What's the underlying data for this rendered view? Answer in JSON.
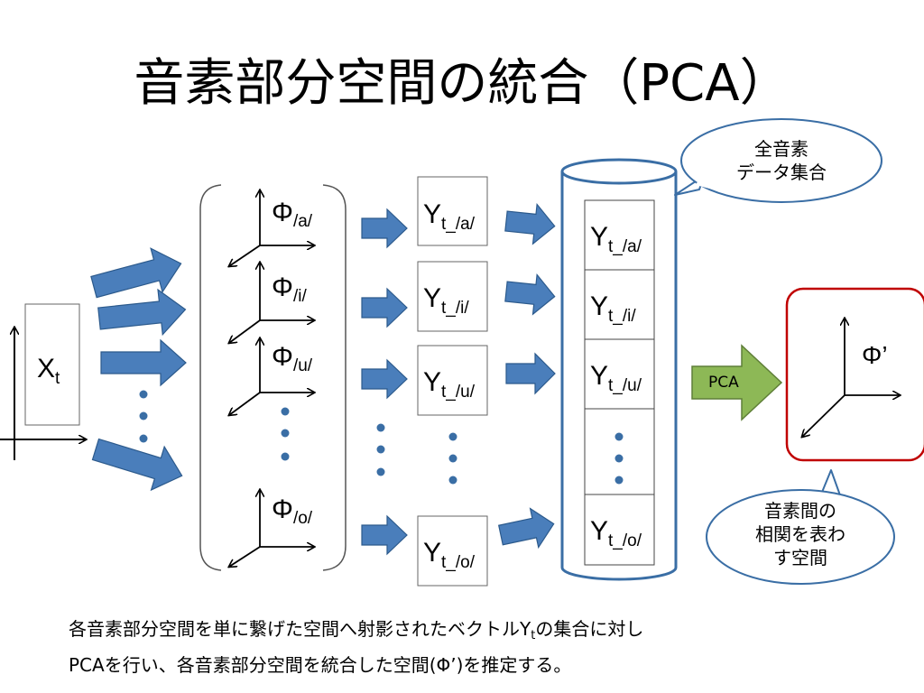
{
  "title": "音素部分空間の統合（PCA）",
  "input": {
    "label": "X",
    "sub": "t"
  },
  "subspaces": [
    {
      "label": "Φ",
      "sub": "/a/"
    },
    {
      "label": "Φ",
      "sub": "/i/"
    },
    {
      "label": "Φ",
      "sub": "/u/"
    },
    {
      "label": "Φ",
      "sub": "/o/"
    }
  ],
  "projections": [
    {
      "label": "Y",
      "sub": "t_/a/"
    },
    {
      "label": "Y",
      "sub": "t_/i/"
    },
    {
      "label": "Y",
      "sub": "t_/u/"
    },
    {
      "label": "Y",
      "sub": "t_/o/"
    }
  ],
  "database_items": [
    {
      "label": "Y",
      "sub": "t_/a/"
    },
    {
      "label": "Y",
      "sub": "t_/i/"
    },
    {
      "label": "Y",
      "sub": "t_/u/"
    },
    {
      "label": "Y",
      "sub": "t_/o/"
    }
  ],
  "callout_top": {
    "line1": "全音素",
    "line2": "データ集合"
  },
  "pca_arrow_label": "PCA",
  "result_space": {
    "label": "Φ’"
  },
  "callout_bottom": {
    "line1": "音素間の",
    "line2": "相関を表わ",
    "line3": "す空間"
  },
  "caption": {
    "line1_before": "各音素部分空間を単に繋げた空間へ射影されたベクトルY",
    "line1_sub": "t",
    "line1_after": "の集合に対し",
    "line2": "PCAを行い、各音素部分空間を統合した空間(Φ’)を推定する。"
  },
  "colors": {
    "arrow_fill": "#4a7ebb",
    "arrow_stroke": "#2c5a8c",
    "pca_fill": "#8db856",
    "pca_stroke": "#5f7f38",
    "cylinder_stroke": "#3a6ea5",
    "result_border": "#c00000",
    "bubble_stroke": "#3a6ea5",
    "dot": "#3a6ea5"
  }
}
